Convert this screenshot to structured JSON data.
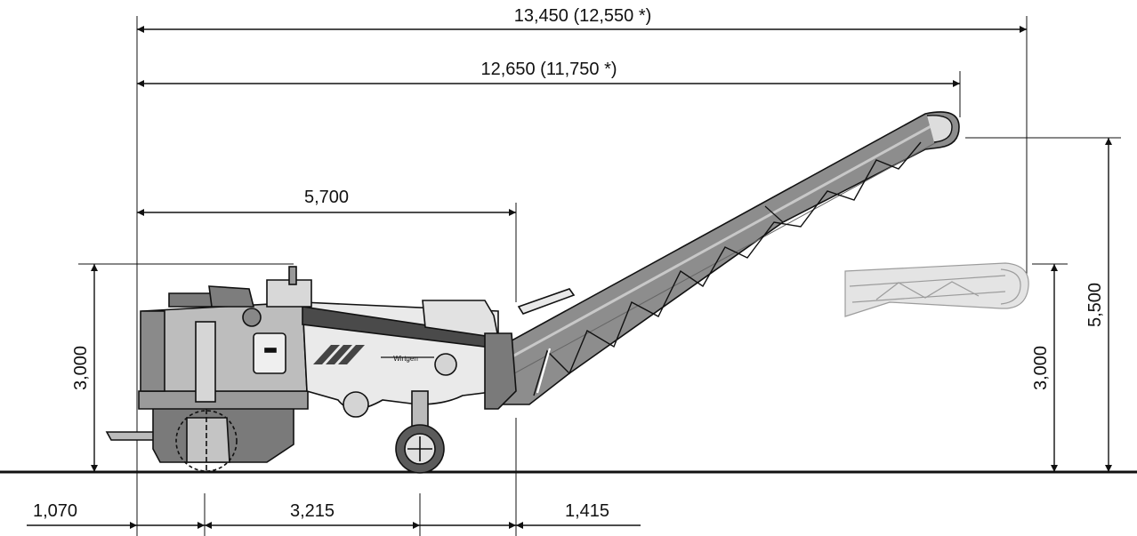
{
  "dimensions": {
    "overall_length": "13,450 (12,550 *)",
    "length_to_conveyor_tip": "12,650 (11,750 *)",
    "machine_length": "5,700",
    "height_left": "3,000",
    "conveyor_lowered_height": "3,000",
    "max_discharge_height": "5,500",
    "front_overhang": "1,070",
    "wheelbase": "3,215",
    "rear_overhang": "1,415"
  },
  "branding": {
    "logo_text": "Wirtgen"
  },
  "colors": {
    "line": "#111111",
    "body_light": "#e6e6e6",
    "body_mid": "#9a9a9a",
    "body_dark": "#4a4a4a",
    "ghost": "#cfcfcf"
  }
}
